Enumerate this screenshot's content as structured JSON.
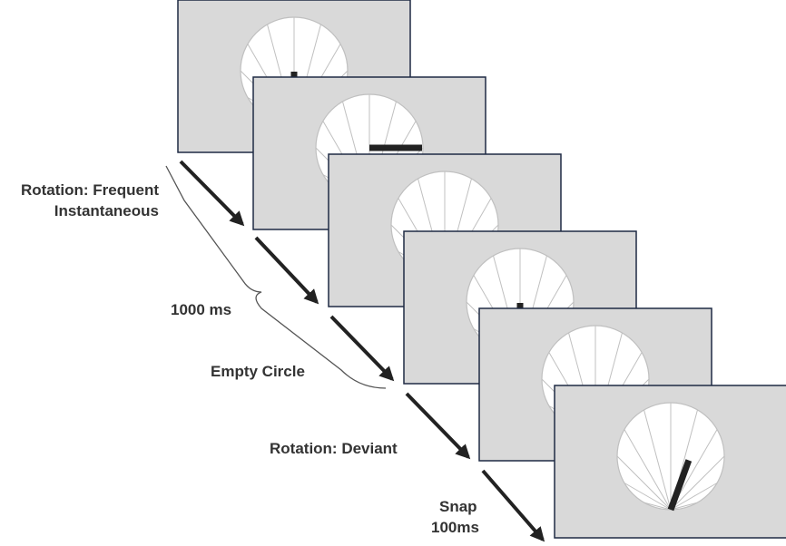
{
  "labels": {
    "rotation_frequent_line1": "Rotation: Frequent",
    "rotation_frequent_line2": "Instantaneous",
    "duration": "1000 ms",
    "empty_circle": "Empty Circle",
    "rotation_deviant": "Rotation: Deviant",
    "snap_line1": "Snap",
    "snap_line2": "100ms"
  },
  "frames": [
    {
      "has_hand": true,
      "hand_angle_deg": 0
    },
    {
      "has_hand": true,
      "hand_angle_deg": 90
    },
    {
      "has_hand": false,
      "hand_angle_deg": null
    },
    {
      "has_hand": true,
      "hand_angle_deg": 0
    },
    {
      "has_hand": true,
      "hand_angle_deg": 45
    },
    {
      "has_hand": true,
      "hand_angle_deg": 20
    }
  ],
  "colors": {
    "frame_fill": "#d9d9d9",
    "frame_border": "#1f2a44",
    "clock_fill": "#ffffff",
    "clock_lines": "#c0c0c0",
    "hand": "#222222",
    "arrow": "#222222",
    "text": "#333333"
  }
}
